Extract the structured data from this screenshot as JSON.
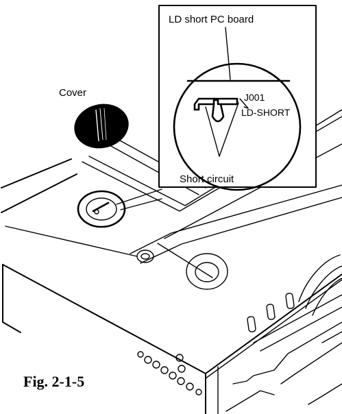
{
  "labels": {
    "board": "LD short PC board",
    "cover": "Cover",
    "jumper": "J001",
    "ld_short": "LD-SHORT",
    "short_circuit": "Short circuit",
    "figure": "Fig. 2-1-5"
  }
}
